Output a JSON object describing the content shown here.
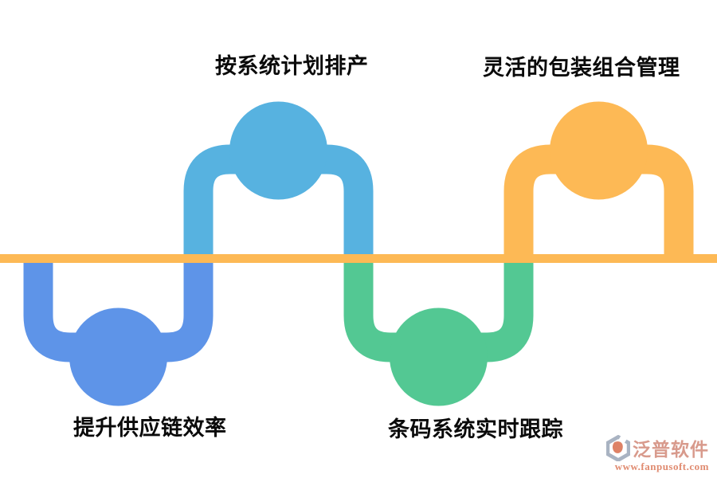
{
  "page": {
    "background": "#ffffff"
  },
  "diagram": {
    "type": "alternating-wave-process",
    "baseline_color": "#FDB955",
    "steps": [
      {
        "label": "提升供应链效率",
        "side": "below-line",
        "color": "#5E94E8"
      },
      {
        "label": "按系统计划排产",
        "side": "above-line",
        "color": "#57B2E0"
      },
      {
        "label": "条码系统实时跟踪",
        "side": "below-line",
        "color": "#53C893"
      },
      {
        "label": "灵活的包装组合管理",
        "side": "above-line",
        "color": "#FDB955"
      }
    ]
  },
  "watermark": {
    "brand": "泛普软件",
    "url": "www.fanpusoft.com",
    "brand_color": "#D89A8C",
    "url_color": "#E08B70",
    "icon_gray": "#A9B3C2",
    "icon_accent": "#DE8266"
  }
}
